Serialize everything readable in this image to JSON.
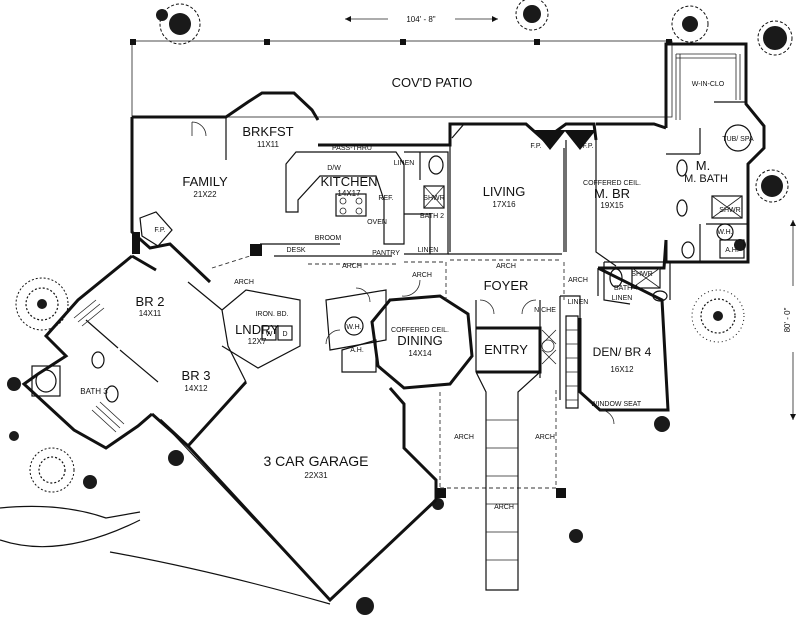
{
  "overall": {
    "width_dim": "104' - 8\"",
    "depth_dim": "80' - 0\""
  },
  "rooms": {
    "covd_patio": {
      "name": "COV'D PATIO"
    },
    "brkfst": {
      "name": "BRKFST",
      "size": "11X11"
    },
    "family": {
      "name": "FAMILY",
      "size": "21X22"
    },
    "kitchen": {
      "name": "KITCHEN",
      "size": "14X17"
    },
    "living": {
      "name": "LIVING",
      "size": "17X16"
    },
    "master_br": {
      "note": "COFFERED CEIL.",
      "name": "M. BR",
      "size": "19X15"
    },
    "master_bath": {
      "name": "M. BATH"
    },
    "w_in_clo": {
      "name": "W-IN-CLO"
    },
    "tub_spa": {
      "name": "TUB/ SPA"
    },
    "br2": {
      "name": "BR 2",
      "size": "14X11"
    },
    "br3": {
      "name": "BR 3",
      "size": "14X12"
    },
    "bath3": {
      "name": "BATH 3"
    },
    "lndry": {
      "name": "LNDRY",
      "size": "12X7"
    },
    "foyer": {
      "name": "FOYER"
    },
    "dining": {
      "note": "COFFERED CEIL.",
      "name": "DINING",
      "size": "14X14"
    },
    "entry": {
      "name": "ENTRY"
    },
    "den": {
      "name": "DEN/ BR 4",
      "size": "16X12"
    },
    "garage": {
      "name": "3 CAR GARAGE",
      "size": "22X31"
    }
  },
  "labels": {
    "pass_thru": "PASS-THRU",
    "linen": "LINEN",
    "dw": "D/W",
    "ref": "REF.",
    "oven": "OVEN",
    "shwr": "SHWR",
    "bath2": "BATH 2",
    "fp": "F.P.",
    "broom": "BROOM",
    "desk": "DESK",
    "pantry": "PANTRY",
    "arch": "ARCH",
    "iron_bd": "IRON. BD.",
    "wh": "W.H.",
    "ah": "A.H.",
    "niche": "NICHE",
    "bath4": "BATH 4",
    "window_seat": "WINDOW SEAT",
    "w": "W",
    "d": "D"
  },
  "colors": {
    "ink": "#111111",
    "paper": "#ffffff"
  }
}
